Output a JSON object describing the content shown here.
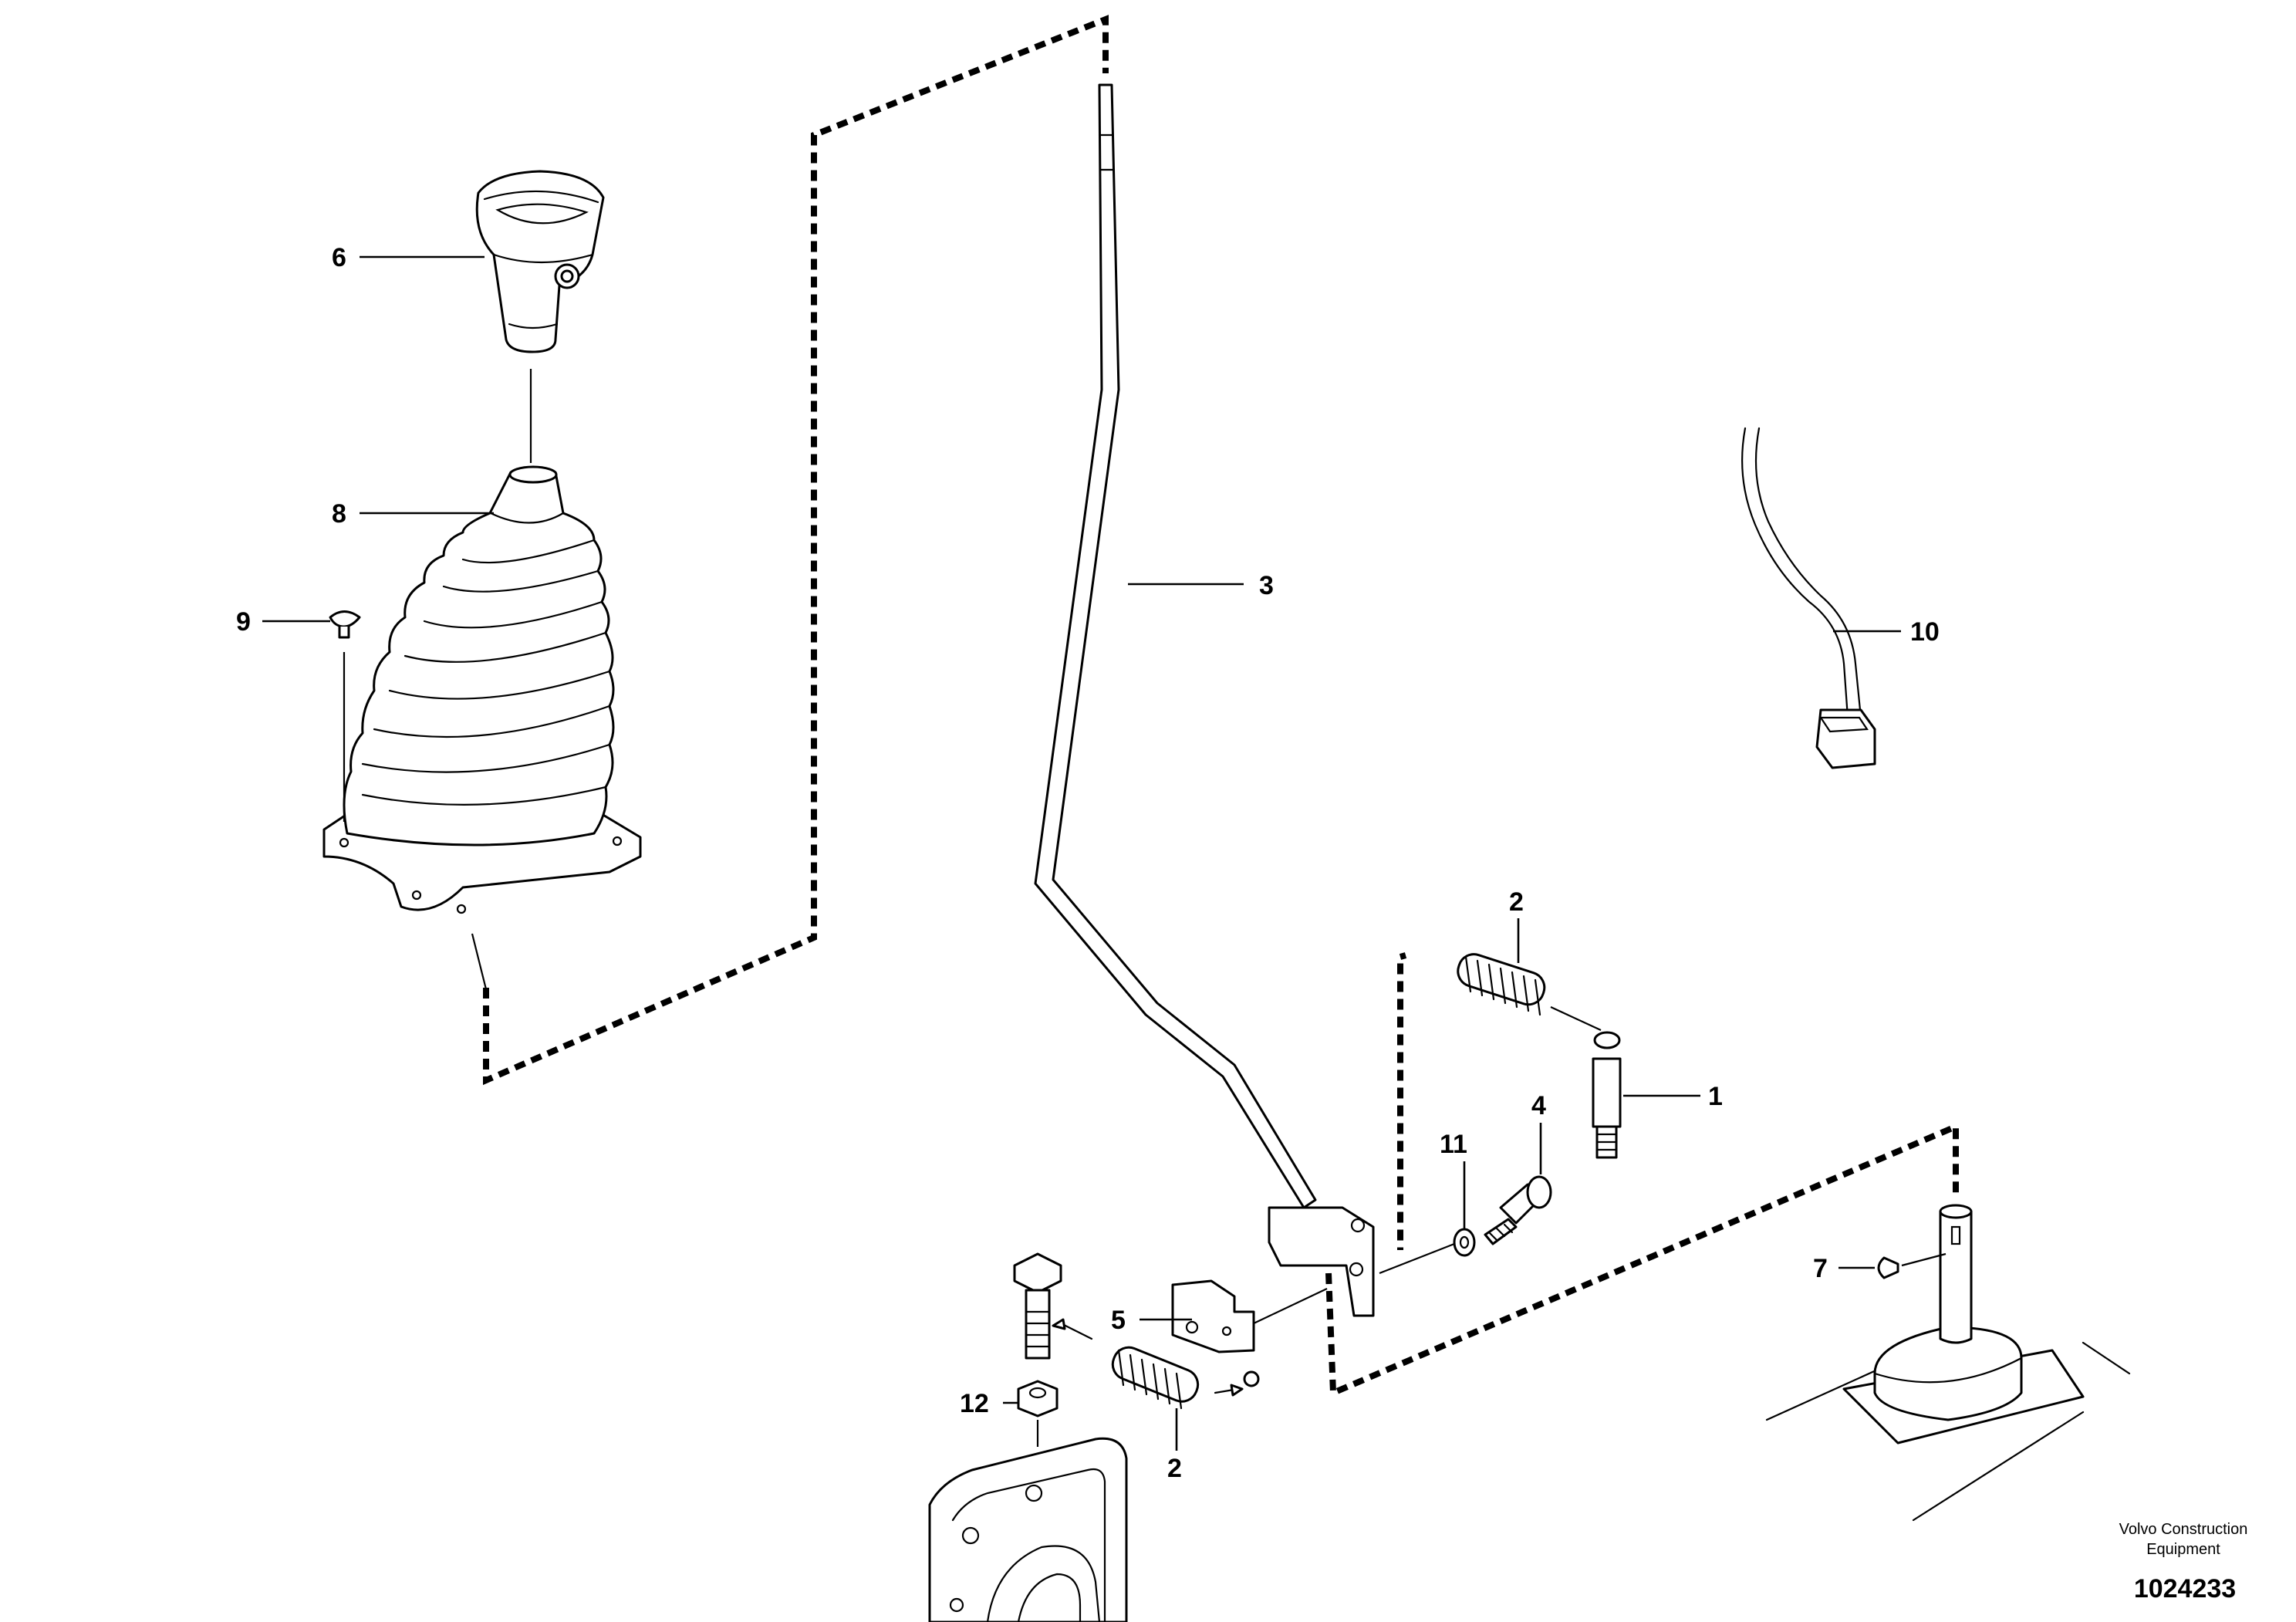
{
  "callouts": {
    "c1": "1",
    "c2a": "2",
    "c2b": "2",
    "c3": "3",
    "c4": "4",
    "c5": "5",
    "c6": "6",
    "c7": "7",
    "c8": "8",
    "c9": "9",
    "c10": "10",
    "c11": "11",
    "c12": "12"
  },
  "footer": {
    "brand_line1": "Volvo Construction",
    "brand_line2": "Equipment",
    "drawing_number": "1024233"
  }
}
